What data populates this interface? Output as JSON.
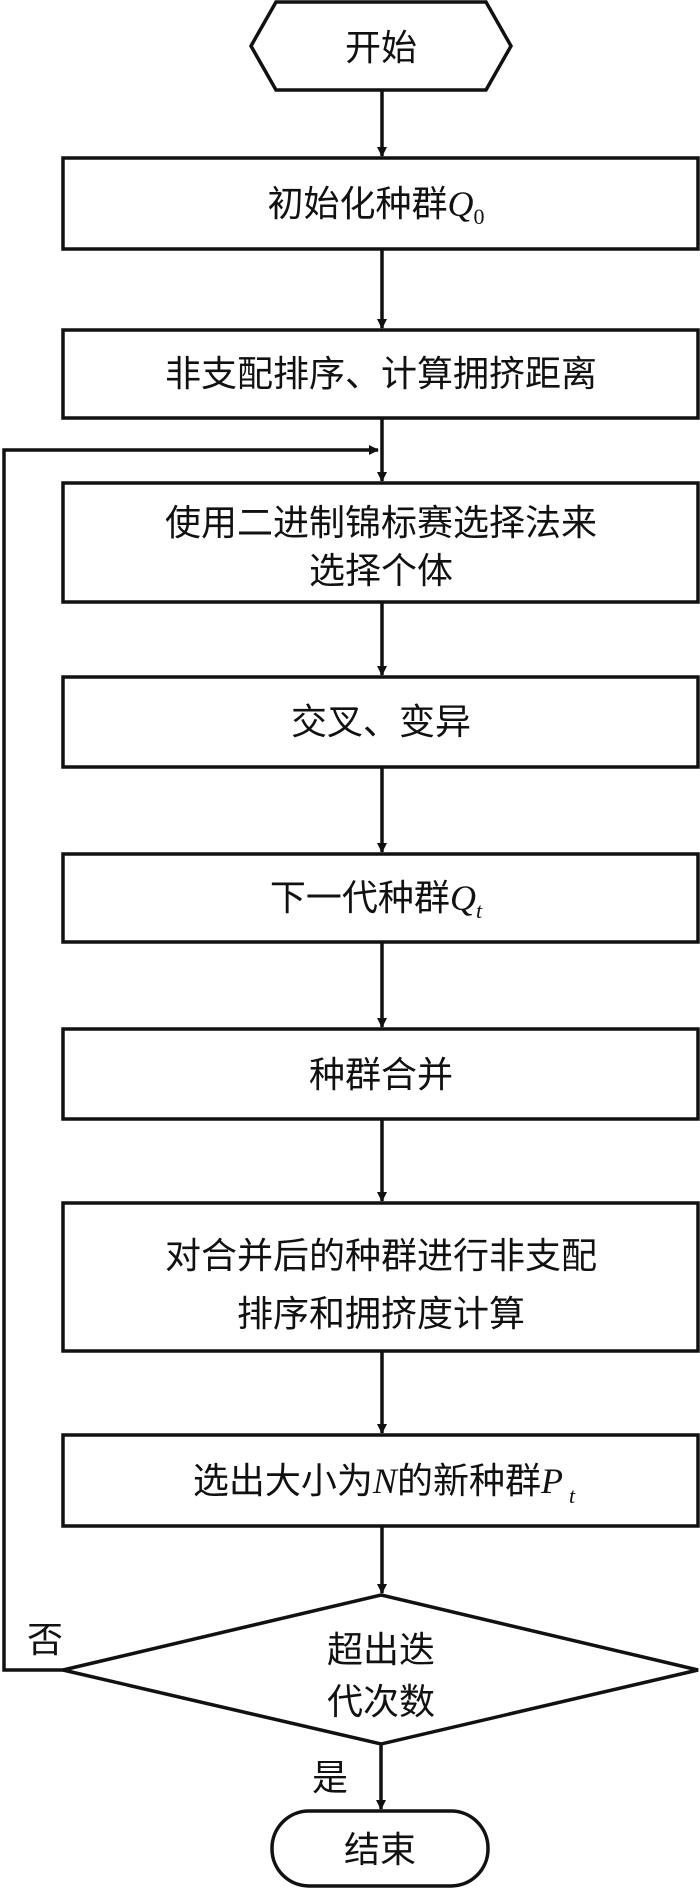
{
  "start": "开始",
  "steps": {
    "init": {
      "text": "初始化种群",
      "var": "Q",
      "sub": "0"
    },
    "sort": "非支配排序、计算拥挤距离",
    "select_l1": "使用二进制锦标赛选择法来",
    "select_l2": "选择个体",
    "cross": "交叉、变异",
    "next": {
      "text": "下一代种群",
      "var": "Q",
      "sub": "t"
    },
    "merge": "种群合并",
    "resort_l1": "对合并后的种群进行非支配",
    "resort_l2": "排序和拥挤度计算",
    "newpop": {
      "pre": "选出大小为",
      "var_n": "N",
      "mid": "的新种群",
      "var": "P",
      "sub": "t"
    }
  },
  "decision": {
    "l1": "超出迭",
    "l2": "代次数",
    "no": "否",
    "yes": "是"
  },
  "end": "结束"
}
